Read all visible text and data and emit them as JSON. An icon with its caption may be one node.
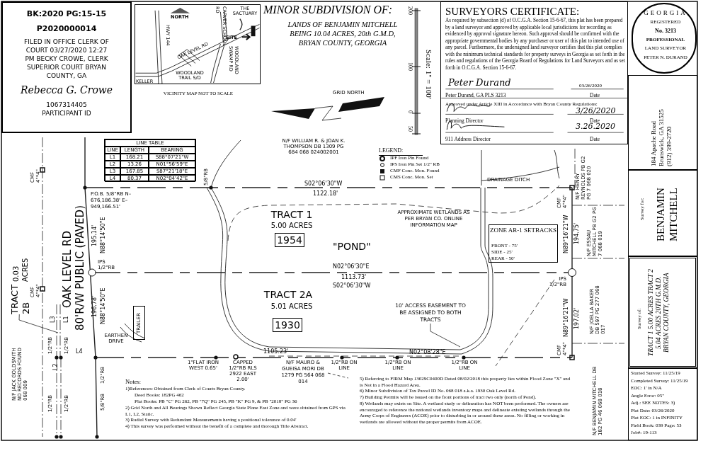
{
  "diagram": {
    "title": "MINOR SUBDIVISION OF:",
    "nodes": [
      {
        "text": [
          "BK:2020 PG:15-15",
          "P2020000014",
          "FILED IN OFFICE CLERK OF COURT 03/27/2020 12:27 PM BECKY CROWE, CLERK SUPERIOR COURT BRYAN COUNTY, GA",
          "Rebecca G. Crowe",
          "1067314405 PARTICIPANT ID"
        ]
      },
      {
        "text": [
          "NORTH",
          "THE SACTUARY",
          "CARVER SCHOOL RD",
          "OAK LEVEL RD",
          "HWY 144",
          "SITE",
          "WOODLAND SWAMP RD",
          "WOODLAND TRAIL S/D",
          "KELLER"
        ],
        "beside": [
          "VICINITY MAP NOT TO SCALE"
        ]
      },
      {
        "text": [
          "SURVEYORS CERTIFICATE:",
          "As required by subsection (d) of O.C.G.A. Section 15-6-67, this plat has been prepared by a land surveyor and approved by applicable local jurisdictions for recording as evidenced by approval signature hereon. Such approval should be confirmed with the appropriate governmental bodies by any purchaser or user of this plat to intended use of any parcel. Furthermore, the undersigned land surveyor certifies that this plat complies with the minimum technical standards for property surveys in Georgia as set forth in the rules and regulations of the Georgia Board of Regulations for Land Surveyors and as set forth in O.C.G.A. Section 15-6-67.",
          "Peter Durand",
          "03/26/2020",
          "Peter Durand, GA PLS 3213",
          "Date",
          "Approved under Article XIII in Accordance with Bryan County Regulations:",
          "3/26/2020",
          "Planning Director",
          "Date",
          "3.26.2020",
          "911 Address Director",
          "Date"
        ]
      },
      {
        "text": [
          "GEORGIA",
          "REGISTERED",
          "No. 3213",
          "PROFESSIONAL",
          "LAND SURVEYOR",
          "PETER N. DURAND"
        ]
      },
      {
        "text": [
          "184 Apache Road Brunswick, GA 31525 (912) 399-2720"
        ]
      },
      {
        "text": [
          "Survey for:",
          "BENJAMIN MITCHELL"
        ]
      },
      {
        "text": [
          "Survey of:",
          "TRACT 1 5.00 ACRES TRACT 2 5.04 ACRES 20TH G.M.D. BRYAN COUNTY, GEORGIA"
        ]
      },
      {
        "text": [
          "Started Survey: 11/25/19",
          "Completed Survey: 11/25/19",
          "EOC: 1' in N/A",
          "Angle Error: 05\"",
          "Adj.: SEE NOTES: 3)",
          "Plat Date: 03/26/2020",
          "Plat EOC: 1 in INFINITY",
          "Field Book: 039 Page: 53",
          "Job#: 19-113"
        ]
      },
      {
        "text": [
          "LINE TABLE",
          "LINE",
          "LENGTH",
          "BEARING",
          "L1",
          "168.21",
          "S88°07'21\"W",
          "L2",
          "13.26",
          "N01°56'59\"E",
          "L3",
          "167.85",
          "S87°21'18\"E",
          "L4",
          "80.37",
          "N02°04'42\"E"
        ]
      },
      {
        "text": [
          "ZONE AR-1 SETBACKS",
          "FRONT - 75'",
          "SIDE - 25'",
          "REAR - 50'"
        ]
      },
      {
        "text": [
          "1954"
        ]
      },
      {
        "text": [
          "1930"
        ]
      },
      {
        "text": [
          "TRAILER"
        ]
      },
      {
        "text": [
          "TRACT 2B",
          "0.03 ACRES"
        ]
      },
      {
        "text": [
          "10' ACCESS EASEMENT TO BE ASSIGNED TO BOTH TRACTS"
        ]
      },
      {
        "text": [
          "N/F MAURO & GUEISA MORI DB 1279 PG 564 068 014"
        ]
      }
    ],
    "edges": [
      {
        "from": 13,
        "to": null,
        "arrow": "none"
      },
      {
        "from": 14,
        "to": null,
        "arrow": "none"
      },
      {
        "from": 15,
        "to": null,
        "arrow": "none",
        "style": "dashed"
      }
    ],
    "labels": [
      "LANDS OF BENJAMIN MITCHELL BEING 10.04 ACRES, 20th G.M.D, BRYAN COUNTY, GEORGIA",
      "GRID NORTH",
      "200",
      "100",
      "0",
      "50",
      "Scale: 1\" = 100'",
      "LEGEND:",
      "N/F WILLIAM R. & JOAN K. THOMPSON DB 1309 PG 684 068 024002001",
      "P.O.B. 5/8\"RB N– 676,186.38' E– 949,166.51'",
      "5/8\"RB",
      "S02°06'30\"W",
      "1122.18'",
      "TRACT 1",
      "5.00 ACRES",
      "\"POND\"",
      "APPROXIMATE WETLANDS AS PER BRYAN CO. ONLINE INFORMATION MAP",
      "DRAINAGE DITCH",
      "CMF 4\"*4\"",
      "N/F HENRY REYNOLDS PB G2 PG 7 068 020",
      "N89°16'21\"W",
      "194.75'",
      "N/F ESSAU MITCHELL PB G2 PG 7 068 019",
      "OAK LEVEL RD",
      "80'R/W PUBLIC (PAVED)",
      "CMF 4\"*4\"",
      "195.14'",
      "N88°14'50\"E",
      "IPS 1/2\"RB",
      "N02°06'30\"E",
      "1113.73'",
      "S02°06'30\"W",
      "IPS 1/2\"RB",
      "TRACT 2A",
      "5.01 ACRES",
      "N89°16'21\"W",
      "197.02'",
      "N/F JOELLA BAKER DB 597 PG 277 068 017",
      "CMF 4\"*4\"",
      "196.78'",
      "N88°14'50\"E",
      "L3",
      "L1",
      "1/2\"RB",
      "1/2\"RB",
      "EARTHEN DRIVE",
      "CMF 4\"*4\"",
      "N/F JACK GOLDSMITH NO RECORDS FOUND 068 009",
      "L4",
      "1105.23'",
      "N02°08'28\"E",
      "L2",
      "1/2\"RB",
      "1\"FLAT IRON WEST 0.65'",
      "CAPPED 1/2\"RB RLS 2922 EAST 2.00'",
      "1/2\"RB ON LINE",
      "1/2\"RB ON LINE",
      "1/2\"RB ON LINE",
      "N/F BENJAMIN MITCHELL DB 182 PG 46 068 018",
      "1/2\"RB",
      "1/2\"RB",
      "5/8\"RB",
      "Notes:",
      "1)References: Obtained from Clerk of Courts Bryan County.",
      "Deed Books: 182PG 462",
      "Plat Books: PB \"C\" PG 262, PB \"7Q\" PG 245, PB \"K\" PG 9, & PB \"2018\" PG 36",
      "2) Grid North and All Bearings Shown Reflect Georgia State Plane East Zone and were obtained from GPS via L1, L2, Static.",
      "3) Radial Survey with Redundant Measurements having a positional tolerance of 0.04'",
      "4) This survey was performed without the benefit of a complete and thorough Title Abstract.",
      "5) Referring to FIRM Map 13029C0400D Dated 08/02/2018 this property lies within Flood Zone \"X\" and is Not in a Flood Hazard Area.",
      "6) Minor Subdivision of Tax Parcel ID No. 068 018 a.k.a. 1930 Oak Level Rd.",
      "7) Building Permits will be issued on the front portions of tract two only (north of Pond).",
      "8) Wetlands may exists on Site. A wetland study or delineation has NOT been performed. The owners are encouraged to reference the national wetlands inventory maps and delineate existing wetlands through the Army Corps of Engineers (ACOE) prior to disturbing in or around these areas. No filling or working in wetlands are allowed without the proper permits from ACOE."
    ],
    "legend": [
      {
        "text": "IPF Iron Pin Found"
      },
      {
        "text": "IPS Iron Pin Set 1/2\" RB"
      },
      {
        "text": "CMF Conc. Mon. Found"
      },
      {
        "text": "CMS Conc. Mon. Set"
      }
    ]
  }
}
